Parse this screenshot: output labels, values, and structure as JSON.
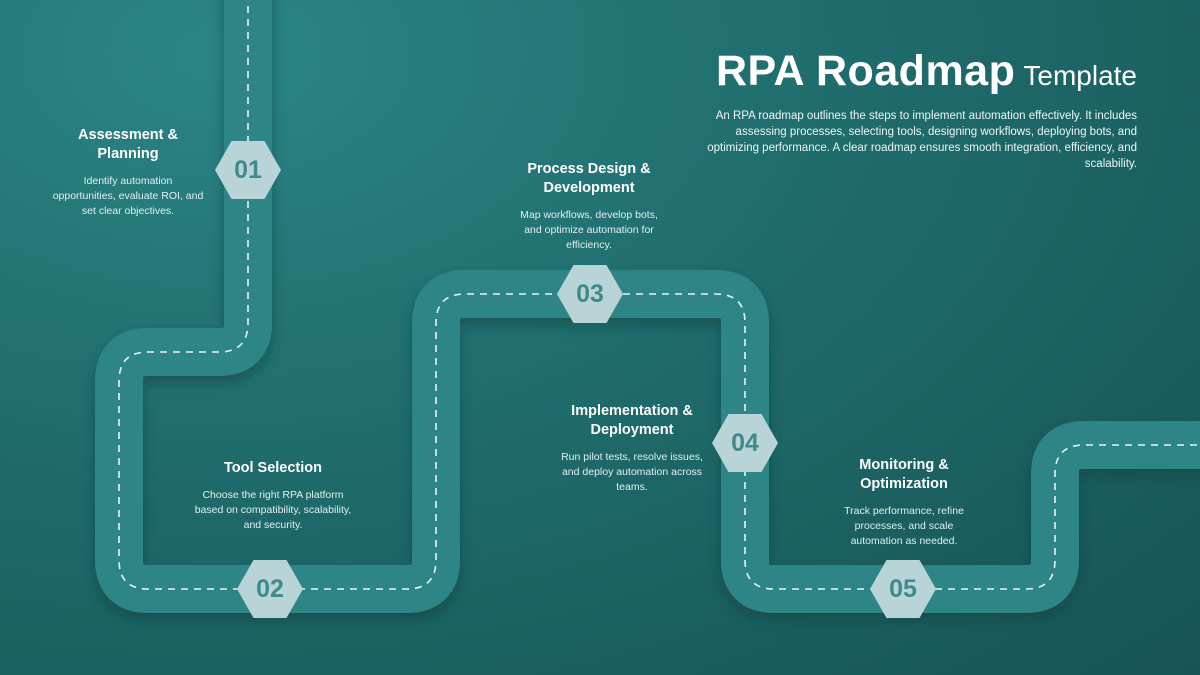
{
  "title": {
    "main": "RPA Roadmap",
    "sub": "Template"
  },
  "intro": "An RPA roadmap outlines the steps to implement automation effectively. It includes assessing processes, selecting tools, designing workflows, deploying bots, and optimizing performance. A clear roadmap ensures smooth integration, efficiency, and scalability.",
  "colors": {
    "road": "#2f8585",
    "road_shadow": "#123f40",
    "dash": "#e8f3f3",
    "hexagon": "#b9d4d6",
    "number": "#3f8a8c"
  },
  "steps": [
    {
      "number": "01",
      "heading": "Assessment & Planning",
      "text": "Identify automation opportunities, evaluate ROI, and set clear objectives."
    },
    {
      "number": "02",
      "heading": "Tool Selection",
      "text": "Choose the right RPA platform based on compatibility, scalability, and security."
    },
    {
      "number": "03",
      "heading": "Process Design & Development",
      "text": "Map workflows, develop bots, and optimize automation for efficiency."
    },
    {
      "number": "04",
      "heading": "Implementation & Deployment",
      "text": "Run pilot tests, resolve issues, and deploy automation across teams."
    },
    {
      "number": "05",
      "heading": "Monitoring & Optimization",
      "text": "Track performance, refine processes, and scale automation as needed."
    }
  ]
}
